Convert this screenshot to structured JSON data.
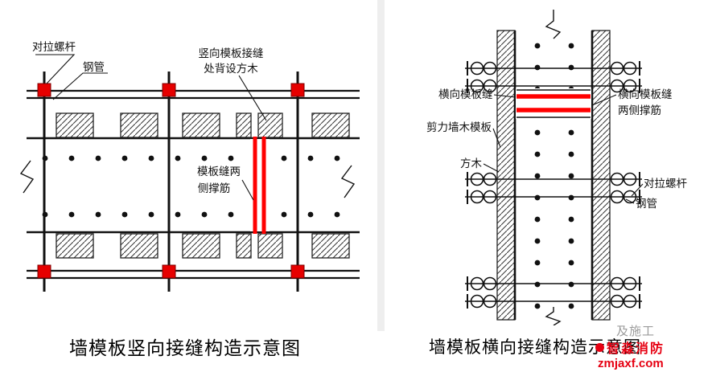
{
  "left": {
    "title": "墙模板竖向接缝构造示意图",
    "labels": {
      "tie_bolt": "对拉螺杆",
      "steel_pipe": "钢管",
      "joint_note_l1": "竖向模板接缝",
      "joint_note_l2": "处背设方木",
      "brace_l1": "模板缝两",
      "brace_l2": "侧撑筋"
    }
  },
  "right": {
    "title": "墙模板横向接缝构造示意图",
    "labels": {
      "h_joint": "横向模板缝",
      "brace_l1": "横向模板缝",
      "brace_l2": "两侧撑筋",
      "shear_wall": "剪力墙木模板",
      "timber": "方木",
      "tie_bolt": "对拉螺杆",
      "steel_pipe": "钢管"
    }
  },
  "watermark": {
    "stamp": "及施工",
    "brand": "智淼消防",
    "site": "zmjaxf.com"
  },
  "colors": {
    "joint_red": "#ff0000",
    "plate_red": "#e60000",
    "watermark_red": "#e60012"
  }
}
